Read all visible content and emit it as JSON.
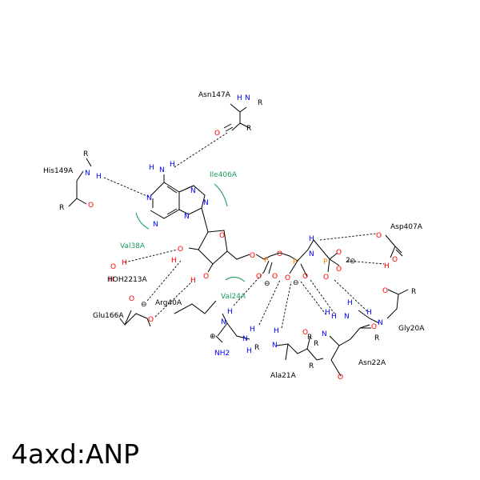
{
  "caption": "4axd:ANP",
  "colors": {
    "carbon": "#000000",
    "oxygen": "#ff0000",
    "nitrogen": "#0000ff",
    "phosphorus": "#ff8000",
    "hydrophobic": "#1a9a5a"
  },
  "residues": {
    "asn147": "Asn147A",
    "his149": "His149A",
    "ile406": "Ile406A",
    "val38": "Val38A",
    "hoh2213": "HOH2213A",
    "asp407": "Asp407A",
    "glu166": "Glu166A",
    "arg40": "Arg40A",
    "val24": "Val24A",
    "ala21": "Ala21A",
    "asn22": "Asn22A",
    "gly20": "Gly20A"
  },
  "atoms": {
    "n": "N",
    "h": "H",
    "o": "O",
    "p": "P",
    "r": "R",
    "nh2": "NH2",
    "charge2": "2",
    "minus": "⊖",
    "plus": "⊕"
  }
}
